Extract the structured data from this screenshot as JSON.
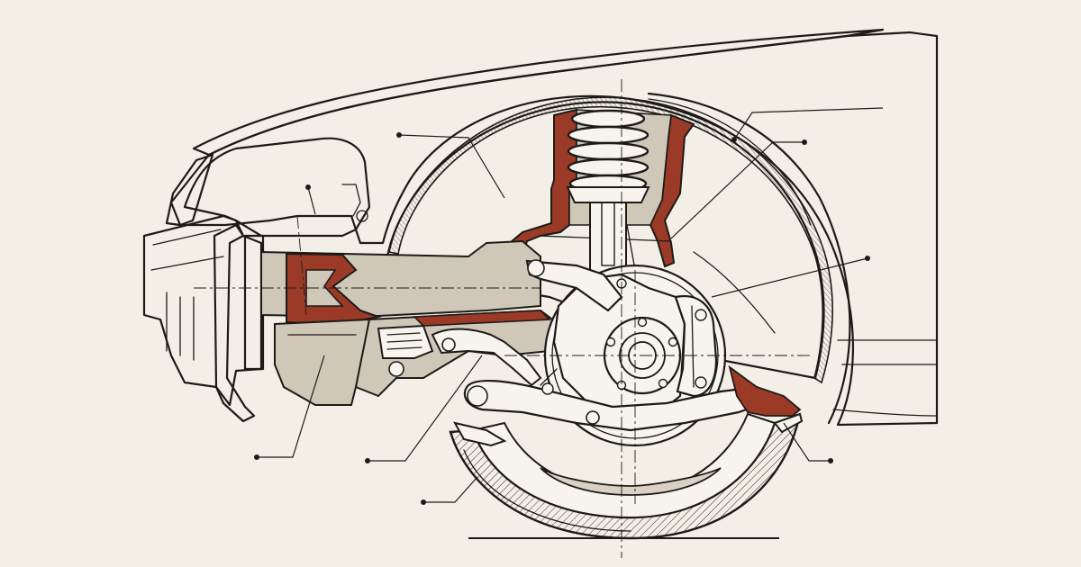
{
  "colors": {
    "background": "#f3efe6",
    "ink": "#1d1b18",
    "section_red": "#9b3a26",
    "section_grey": "#cfc7b8",
    "panel_grey": "#d8d1c4",
    "body_white": "#f7f4ee"
  },
  "diagram": {
    "subject": "front-suspension-cutaway",
    "callouts": [
      {
        "id": "bumper-bracket",
        "text": ""
      },
      {
        "id": "headlight-housing",
        "text": ""
      },
      {
        "id": "subframe-mount",
        "text": ""
      },
      {
        "id": "crossmember",
        "text": ""
      },
      {
        "id": "inner-wheel-arch",
        "text": ""
      },
      {
        "id": "fender",
        "text": ""
      },
      {
        "id": "strut-tower",
        "text": ""
      },
      {
        "id": "wheel-liner",
        "text": ""
      },
      {
        "id": "tie-rod",
        "text": ""
      },
      {
        "id": "tire",
        "text": ""
      },
      {
        "id": "lower-arm-bushing",
        "text": ""
      }
    ]
  }
}
